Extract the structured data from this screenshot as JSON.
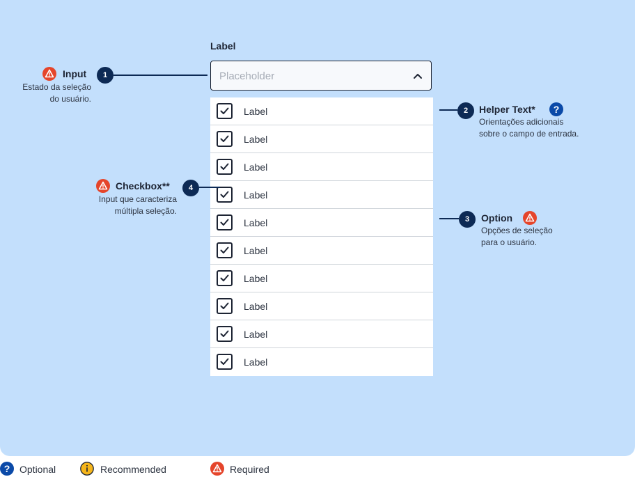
{
  "field": {
    "label": "Label",
    "placeholder": "Placeholder"
  },
  "options": [
    {
      "label": "Label",
      "checked": true
    },
    {
      "label": "Label",
      "checked": true
    },
    {
      "label": "Label",
      "checked": true
    },
    {
      "label": "Label",
      "checked": true
    },
    {
      "label": "Label",
      "checked": true
    },
    {
      "label": "Label",
      "checked": true
    },
    {
      "label": "Label",
      "checked": true
    },
    {
      "label": "Label",
      "checked": true
    },
    {
      "label": "Label",
      "checked": true
    },
    {
      "label": "Label",
      "checked": true
    }
  ],
  "annotations": {
    "input": {
      "number": "1",
      "title": "Input",
      "desc1": "Estado da seleção",
      "desc2": "do usuário.",
      "icon": "required-icon"
    },
    "helper": {
      "number": "2",
      "title": "Helper Text*",
      "desc1": "Orientações adicionais",
      "desc2": "sobre o campo de entrada.",
      "icon": "optional-icon"
    },
    "option": {
      "number": "3",
      "title": "Option",
      "desc1": "Opções de seleção",
      "desc2": "para o usuário.",
      "icon": "required-icon"
    },
    "checkbox": {
      "number": "4",
      "title": "Checkbox**",
      "desc1": "Input que caracteriza",
      "desc2": "múltipla seleção.",
      "icon": "required-icon"
    }
  },
  "legend": {
    "optional": "Optional",
    "recommended": "Recommended",
    "required": "Required"
  },
  "colors": {
    "canvas": "#c3dffc",
    "badge": "#0d2a55",
    "required": "#e5452b",
    "optional": "#0b4aa8",
    "recommended": "#f5b51b"
  }
}
